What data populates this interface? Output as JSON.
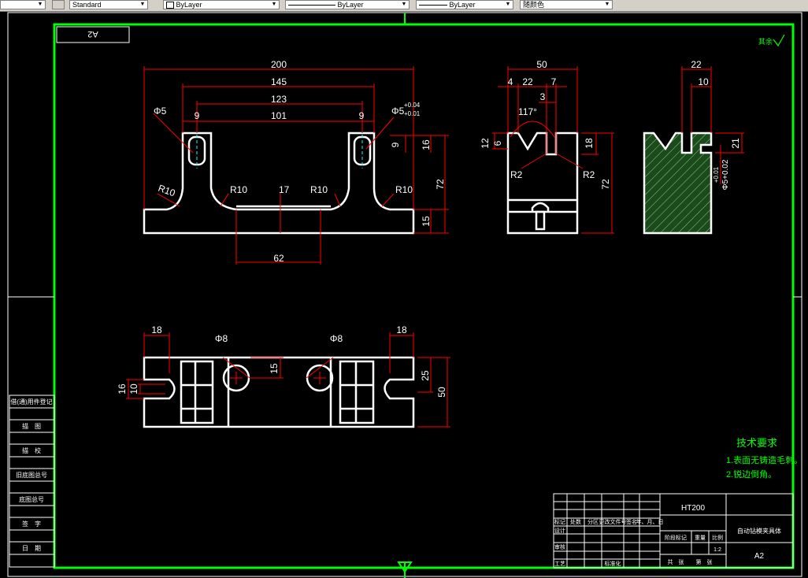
{
  "toolbar": {
    "text_style": "Standard",
    "layer": "ByLayer",
    "linetype": "ByLayer",
    "lineweight": "ByLayer",
    "color": "随颜色"
  },
  "drawing": {
    "sheet_tag": "A2",
    "roughness_symbol": "其余",
    "front_view": {
      "dims": [
        "200",
        "145",
        "123",
        "101",
        "9",
        "9",
        "Φ5",
        "Φ5",
        "+0.04",
        "+0.01",
        "16",
        "9",
        "72",
        "15",
        "R10",
        "R10",
        "R10",
        "R10",
        "17",
        "62"
      ]
    },
    "side_view": {
      "dims": [
        "50",
        "4",
        "22",
        "7",
        "3",
        "117°",
        "12",
        "6",
        "18",
        "R2",
        "R2",
        "72"
      ]
    },
    "section_view": {
      "dims": [
        "22",
        "10",
        "21",
        "Φ5+0.02",
        "+0.01"
      ]
    },
    "top_view": {
      "dims": [
        "18",
        "18",
        "Φ8",
        "Φ8",
        "15",
        "25",
        "50",
        "16",
        "10"
      ]
    },
    "side_table_labels": [
      "借(通)用件登记",
      "描　图",
      "描　校",
      "旧底图总号",
      "底图总号",
      "签　字",
      "日　期"
    ],
    "tech_requirements": {
      "title": "技术要求",
      "lines": [
        "1.表面无铸造毛刺。",
        "2.锐边倒角。"
      ]
    },
    "title_block": {
      "material": "HT200",
      "part_name": "自动钻模夹具体",
      "sheet_size": "A2",
      "scale": "1:2",
      "header_cells": [
        "标记",
        "处数",
        "分区",
        "更改文件号",
        "签名",
        "年、月、日"
      ],
      "row_labels": [
        "设计",
        "审核",
        "工艺"
      ],
      "std_label": "标准化",
      "stage_labels": [
        "阶段标记",
        "重量",
        "比例"
      ],
      "sheet_labels": [
        "共　张",
        "第　张"
      ]
    }
  }
}
